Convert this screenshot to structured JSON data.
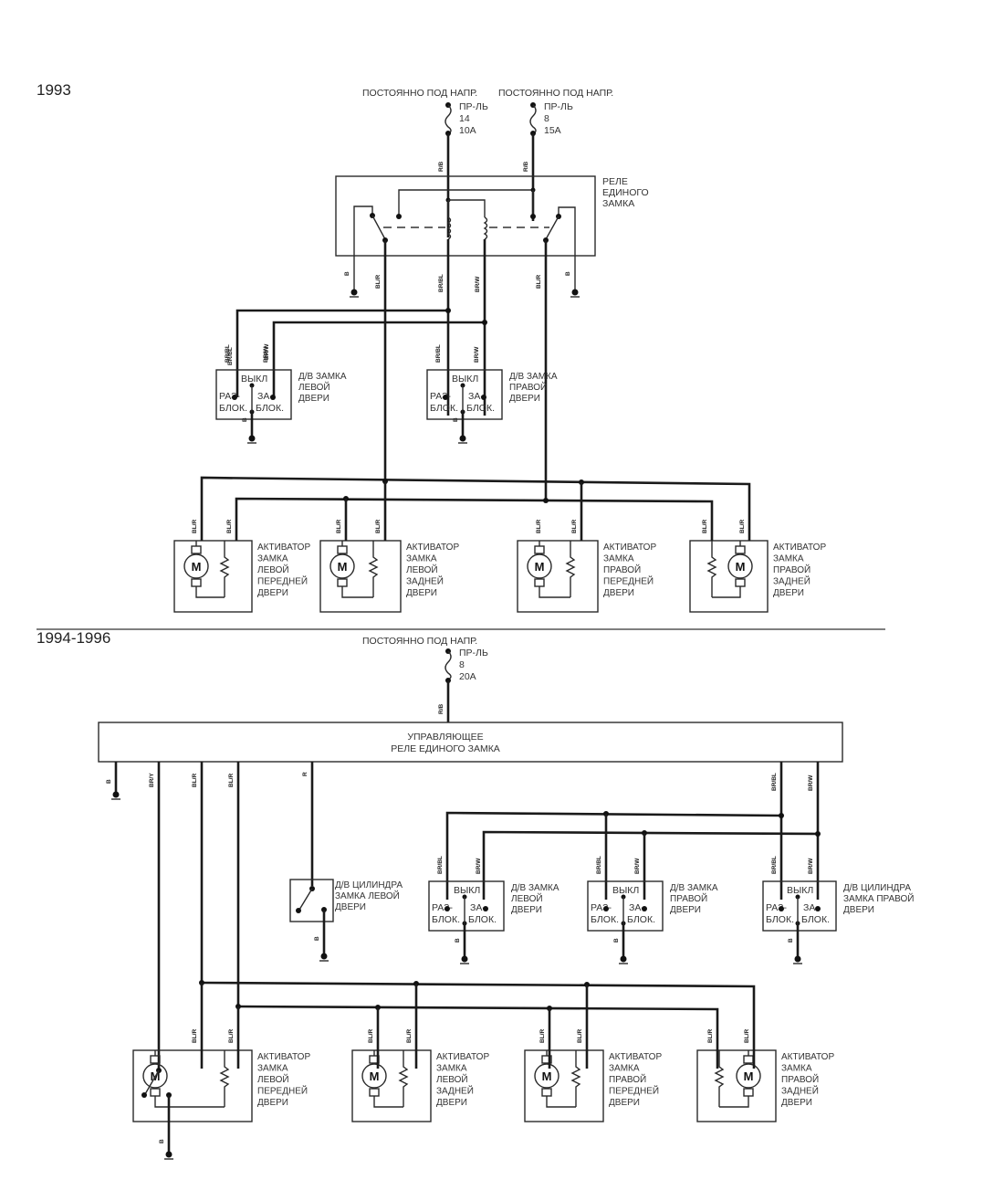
{
  "diagram": {
    "section_1993": {
      "year": "1993",
      "power_label": "ПОСТОЯННО ПОД НАПР.",
      "fuses": [
        {
          "name": "ПР-ЛЬ",
          "number": "14",
          "rating": "10A"
        },
        {
          "name": "ПР-ЛЬ",
          "number": "8",
          "rating": "15A"
        }
      ],
      "relay_label": [
        "РЕЛЕ",
        "ЕДИНОГО",
        "ЗАМКА"
      ],
      "wire_codes": {
        "power": "R/B",
        "ground": "B",
        "actuator": "BL/R",
        "unlock": "BR/BL",
        "lock": "BR/W"
      },
      "door_switches": [
        {
          "label": [
            "Д/В ЗАМКА",
            "ЛЕВОЙ",
            "ДВЕРИ"
          ],
          "off": "ВЫКЛ",
          "unlock": [
            "РАЗ-",
            "БЛОК."
          ],
          "lock": [
            "ЗА-",
            "БЛОК."
          ]
        },
        {
          "label": [
            "Д/В ЗАМКА",
            "ПРАВОЙ",
            "ДВЕРИ"
          ],
          "off": "ВЫКЛ",
          "unlock": [
            "РАЗ-",
            "БЛОК."
          ],
          "lock": [
            "ЗА-",
            "БЛОК."
          ]
        }
      ],
      "actuators": [
        {
          "label": [
            "АКТИВАТОР",
            "ЗАМКА",
            "ЛЕВОЙ",
            "ПЕРЕДНЕЙ",
            "ДВЕРИ"
          ]
        },
        {
          "label": [
            "АКТИВАТОР",
            "ЗАМКА",
            "ЛЕВОЙ",
            "ЗАДНЕЙ",
            "ДВЕРИ"
          ]
        },
        {
          "label": [
            "АКТИВАТОР",
            "ЗАМКА",
            "ПРАВОЙ",
            "ПЕРЕДНЕЙ",
            "ДВЕРИ"
          ]
        },
        {
          "label": [
            "АКТИВАТОР",
            "ЗАМКА",
            "ПРАВОЙ",
            "ЗАДНЕЙ",
            "ДВЕРИ"
          ]
        }
      ]
    },
    "section_1994": {
      "year": "1994-1996",
      "power_label": "ПОСТОЯННО ПОД НАПР.",
      "fuse": {
        "name": "ПР-ЛЬ",
        "number": "8",
        "rating": "20A"
      },
      "relay_label": [
        "УПРАВЛЯЮЩЕЕ",
        "РЕЛЕ ЕДИНОГО ЗАМКА"
      ],
      "wire_codes": {
        "power": "R/B",
        "ground": "B",
        "key": "BR/Y",
        "actuator": "BL/R",
        "cyl": "R",
        "unlock": "BR/BL",
        "lock": "BR/W"
      },
      "cylinder_left": {
        "label": [
          "Д/В ЦИЛИНДРА",
          "ЗАМКА ЛЕВОЙ",
          "ДВЕРИ"
        ]
      },
      "door_switches": [
        {
          "label": [
            "Д/В ЗАМКА",
            "ЛЕВОЙ",
            "ДВЕРИ"
          ],
          "off": "ВЫКЛ",
          "unlock": [
            "РАЗ-",
            "БЛОК."
          ],
          "lock": [
            "ЗА-",
            "БЛОК."
          ]
        },
        {
          "label": [
            "Д/В ЗАМКА",
            "ПРАВОЙ",
            "ДВЕРИ"
          ],
          "off": "ВЫКЛ",
          "unlock": [
            "РАЗ-",
            "БЛОК."
          ],
          "lock": [
            "ЗА-",
            "БЛОК."
          ]
        },
        {
          "label": [
            "Д/В ЦИЛИНДРА",
            "ЗАМКА ПРАВОЙ",
            "ДВЕРИ"
          ],
          "off": "ВЫКЛ",
          "unlock": [
            "РАЗ-",
            "БЛОК."
          ],
          "lock": [
            "ЗА-",
            "БЛОК."
          ]
        }
      ],
      "actuators": [
        {
          "label": [
            "АКТИВАТОР",
            "ЗАМКА",
            "ЛЕВОЙ",
            "ПЕРЕДНЕЙ",
            "ДВЕРИ"
          ]
        },
        {
          "label": [
            "АКТИВАТОР",
            "ЗАМКА",
            "ЛЕВОЙ",
            "ЗАДНЕЙ",
            "ДВЕРИ"
          ]
        },
        {
          "label": [
            "АКТИВАТОР",
            "ЗАМКА",
            "ПРАВОЙ",
            "ПЕРЕДНЕЙ",
            "ДВЕРИ"
          ]
        },
        {
          "label": [
            "АКТИВАТОР",
            "ЗАМКА",
            "ПРАВОЙ",
            "ЗАДНЕЙ",
            "ДВЕРИ"
          ]
        }
      ]
    },
    "motor_symbol": "M"
  }
}
